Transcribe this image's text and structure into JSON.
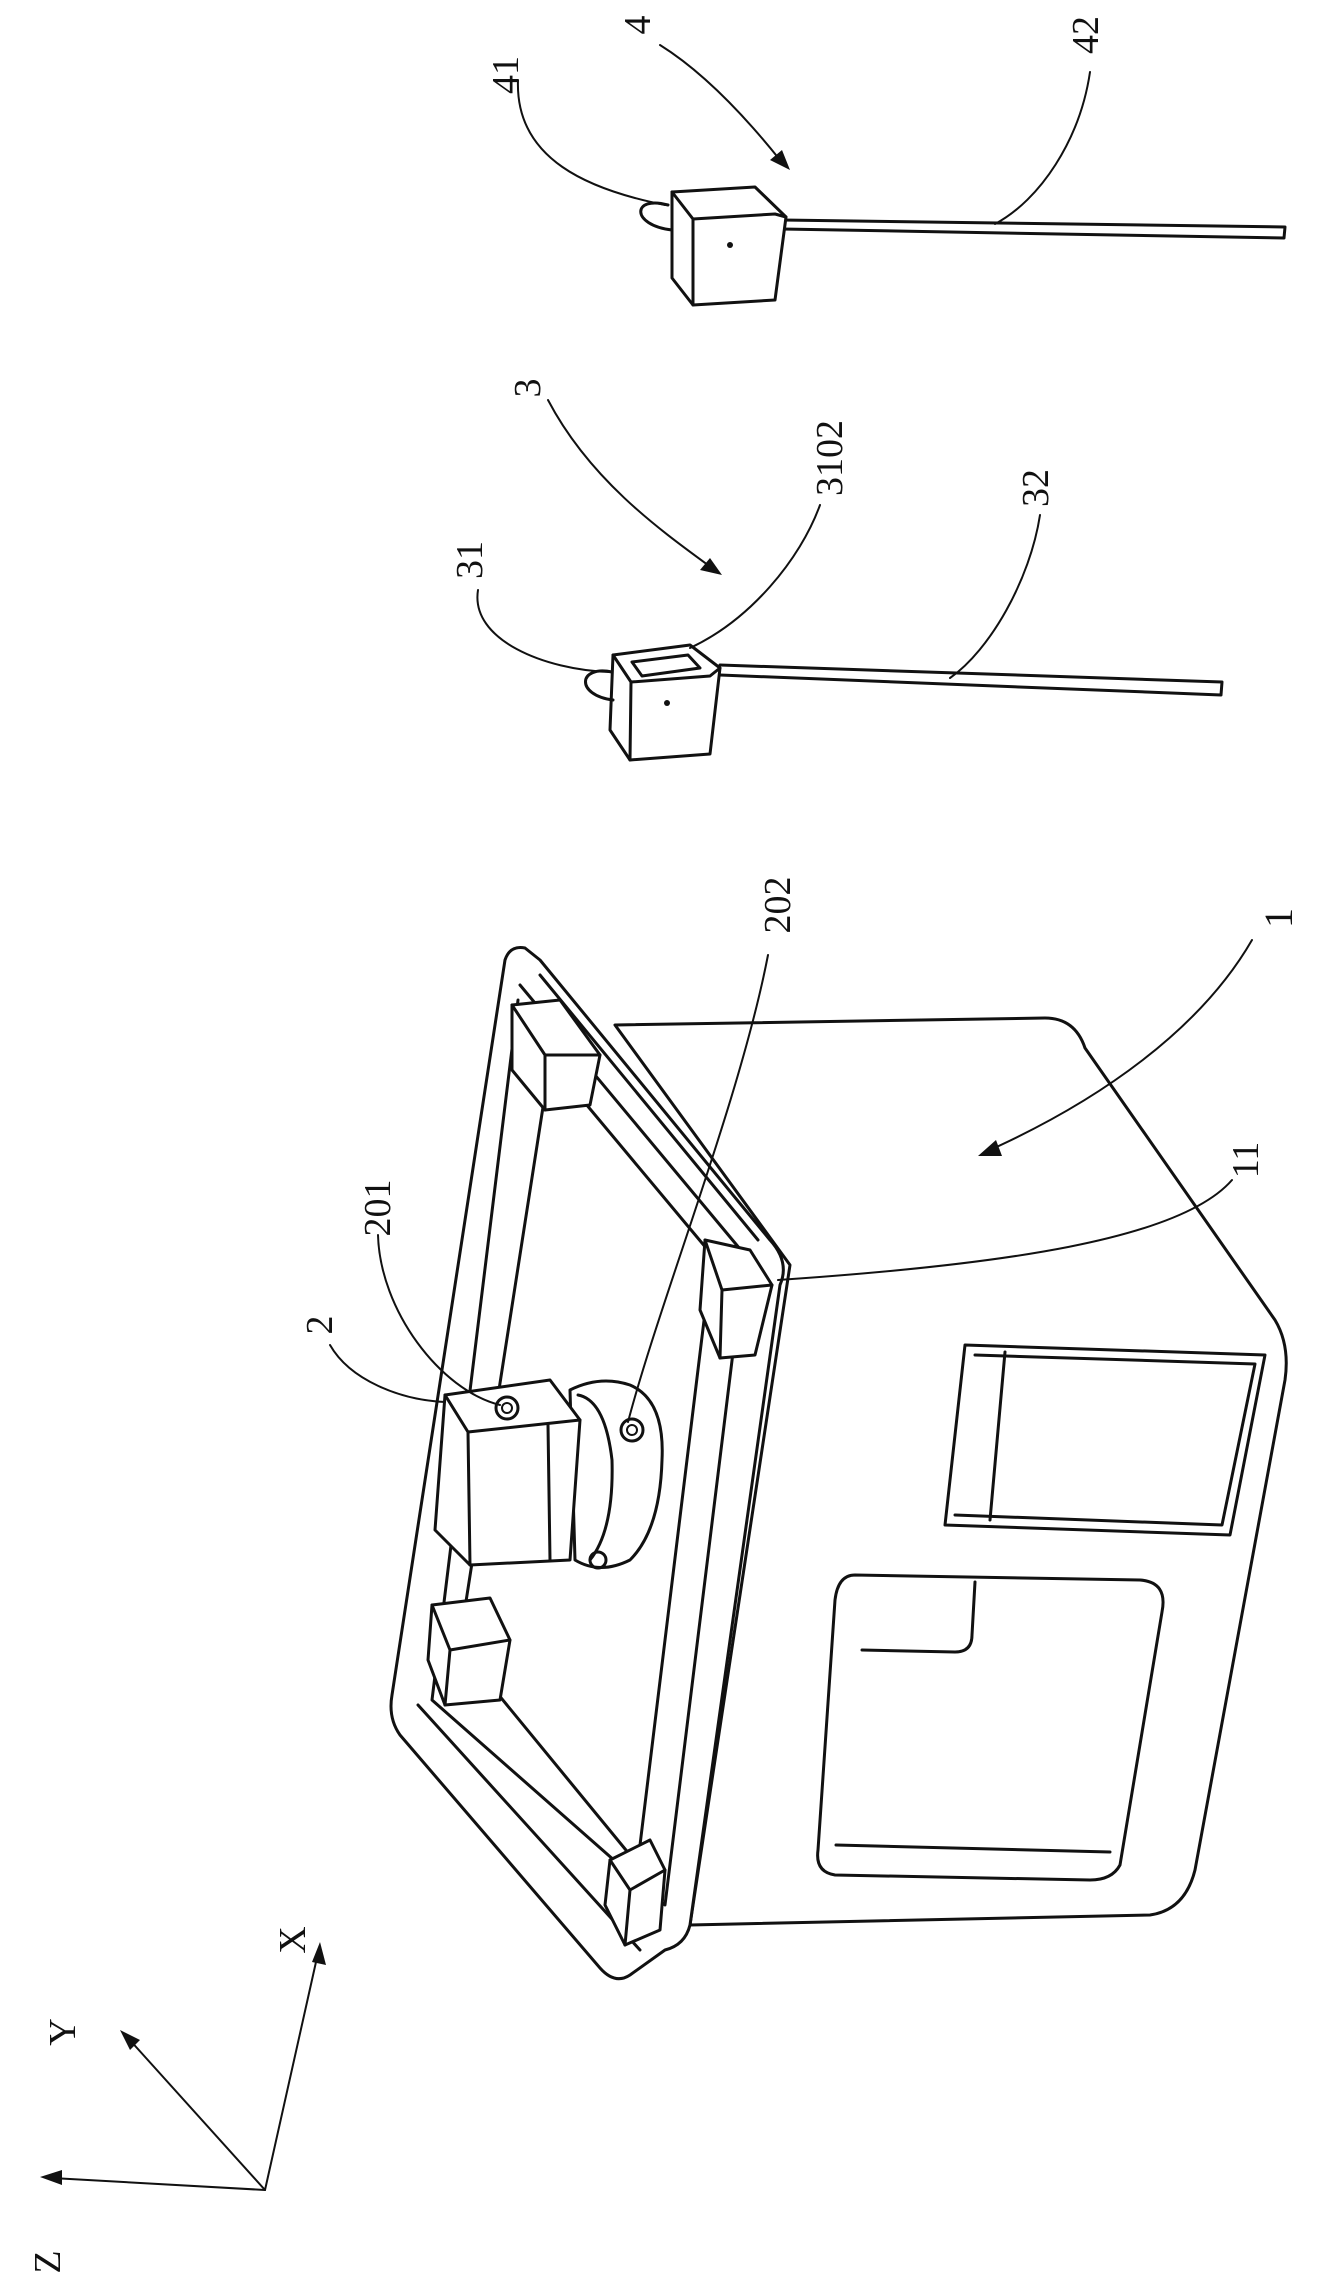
{
  "labels": {
    "body": "1",
    "rim": "11",
    "block": "2",
    "block_screw": "201",
    "collar_screw": "202",
    "part3": "3",
    "part3_hook": "31",
    "part3_socket": "3102",
    "part3_rod": "32",
    "part4": "4",
    "part4_hook": "41",
    "part4_rod": "42"
  },
  "axes": {
    "x": "X",
    "y": "Y",
    "z": "Z"
  }
}
